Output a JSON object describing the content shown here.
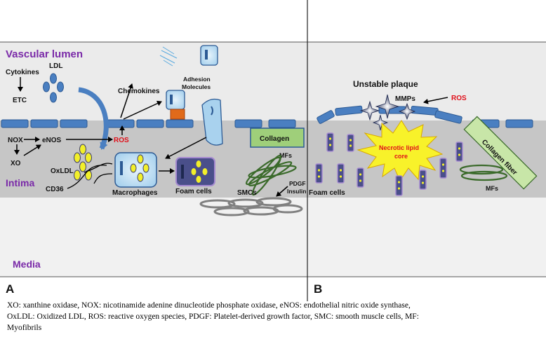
{
  "panels": {
    "a_letter": "A",
    "b_letter": "B"
  },
  "layers": {
    "lumen": "Vascular lumen",
    "intima": "Intima",
    "media": "Media"
  },
  "panel_a": {
    "cytokines": "Cytokines",
    "etc": "ETC",
    "ldl": "LDL",
    "chemokines": "Chemokines",
    "adhesion_1": "Adhesion",
    "adhesion_2": "Molecules",
    "nox": "NOX",
    "enos": "eNOS",
    "xo": "XO",
    "ros": "ROS",
    "oxldl": "OxLDL",
    "cd36": "CD36",
    "macrophages": "Macrophages",
    "foam_cells": "Foam cells",
    "collagen": "Collagen",
    "mfs": "MFs",
    "pdgf": "PDGF",
    "insulin": "Insulin",
    "smcs": "SMCs"
  },
  "panel_b": {
    "unstable_plaque": "Unstable plaque",
    "mmps": "MMPs",
    "ros": "ROS",
    "necrotic_1": "Necrotic lipid",
    "necrotic_2": "core",
    "collagen_fiber": "Collagen fiber",
    "foam_cells": "Foam cells",
    "mfs": "MFs"
  },
  "caption": {
    "line1": "XO: xanthine oxidase, NOX: nicotinamide adenine dinucleotide phosphate oxidase, eNOS: endothelial nitric oxide synthase,",
    "line2": "OxLDL: Oxidized LDL, ROS: reactive oxygen species, PDGF: Platelet-derived growth factor, SMC: smooth muscle cells, MF:",
    "line3": "Myofibrils"
  },
  "colors": {
    "lumen": "#ebebeb",
    "intima": "#c6c6c6",
    "media": "#f2f2f2",
    "endothelium": "#4a7fc1",
    "ldl": "#4a7fc1",
    "lipid": "#f2ef2a",
    "foam_cell": "#4a4f8a",
    "collagen": "#9fcf7a",
    "myofibril": "#3a6a2a",
    "ros": "#e0101a",
    "title_purple": "#7a2aa8"
  }
}
